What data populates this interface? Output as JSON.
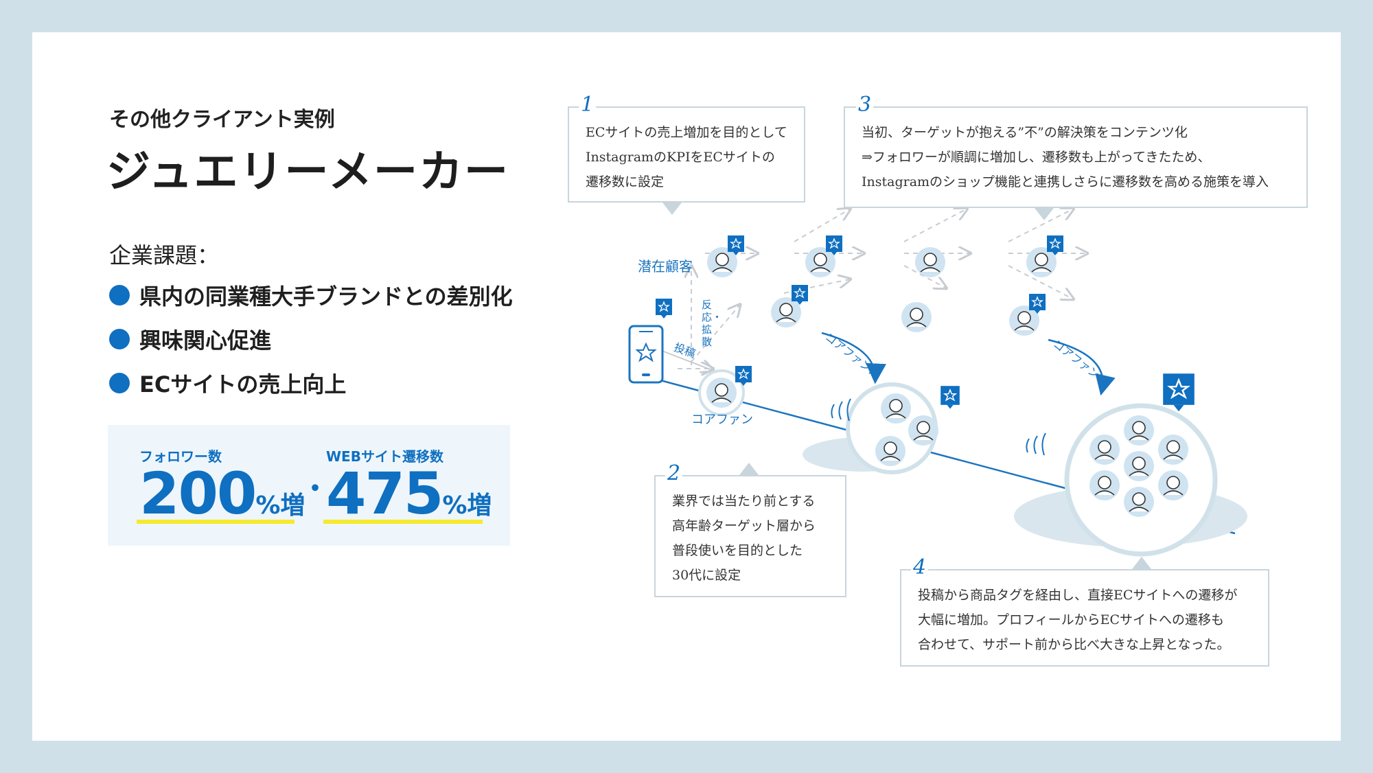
{
  "header": {
    "subtitle": "その他クライアント実例",
    "title": "ジュエリーメーカー"
  },
  "issues": {
    "label": "企業課題：",
    "items": [
      "県内の同業種大手ブランドとの差別化",
      "興味関心促進",
      "ECサイトの売上向上"
    ]
  },
  "stats": {
    "follower": {
      "label": "フォロワー数",
      "value": "200",
      "unit": "%増"
    },
    "separator": "・",
    "web": {
      "label": "WEBサイト遷移数",
      "value": "475",
      "unit": "%増"
    }
  },
  "diagram": {
    "labels": {
      "potential": "潜在顧客",
      "core": "コアファン",
      "post": "投稿",
      "reaction": "反応・拡散",
      "to_core_1": "コアファンに",
      "to_core_2": "コアファンに"
    },
    "notes": [
      {
        "num": "1",
        "lines": [
          "ECサイトの売上増加を目的として",
          "InstagramのKPIをECサイトの",
          "遷移数に設定"
        ]
      },
      {
        "num": "2",
        "lines": [
          "業界では当たり前とする",
          "高年齢ターゲット層から",
          "普段使いを目的とした",
          "30代に設定"
        ]
      },
      {
        "num": "3",
        "lines": [
          "当初、ターゲットが抱える”不”の解決策をコンテンツ化",
          "⇒フォロワーが順調に増加し、遷移数も上がってきたため、",
          "Instagramのショップ機能と連携しさらに遷移数を高める施策を導入"
        ]
      },
      {
        "num": "4",
        "lines": [
          "投稿から商品タグを経由し、直接ECサイトへの遷移が",
          "大幅に増加。プロフィールからECサイトへの遷移も",
          "合わせて、サポート前から比べ大きな上昇となった。"
        ]
      }
    ],
    "icons": {
      "star": "star-icon",
      "phone": "smartphone-icon",
      "person": "person-icon"
    },
    "colors": {
      "accent": "#0f6fc0",
      "light_blue": "#cfe0e9",
      "highlight": "#f6ea2c"
    }
  }
}
